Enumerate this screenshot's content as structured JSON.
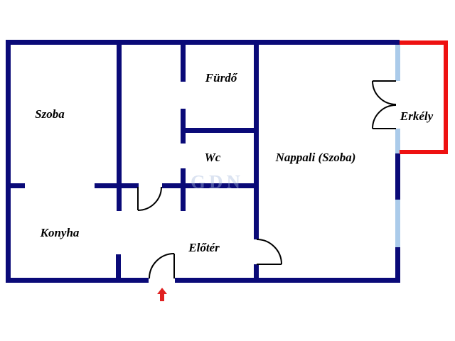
{
  "floorplan": {
    "rooms": [
      {
        "id": "szoba",
        "label": "Szoba"
      },
      {
        "id": "furdo",
        "label": "Fürdő"
      },
      {
        "id": "wc",
        "label": "Wc"
      },
      {
        "id": "nappali",
        "label": "Nappali (Szoba)"
      },
      {
        "id": "erkely",
        "label": "Erkély"
      },
      {
        "id": "konyha",
        "label": "Konyha"
      },
      {
        "id": "eloter",
        "label": "Előtér"
      }
    ],
    "watermark": "GDN",
    "icons": [
      {
        "name": "entrance-arrow-icon",
        "meaning": "main entrance direction",
        "glyph": "↑"
      }
    ],
    "colors": {
      "wall": "#0a0a78",
      "window": "#abcbea",
      "balcony": "#ee1111",
      "arrow": "#e02020",
      "door_line": "#000000",
      "background": "#ffffff"
    }
  }
}
